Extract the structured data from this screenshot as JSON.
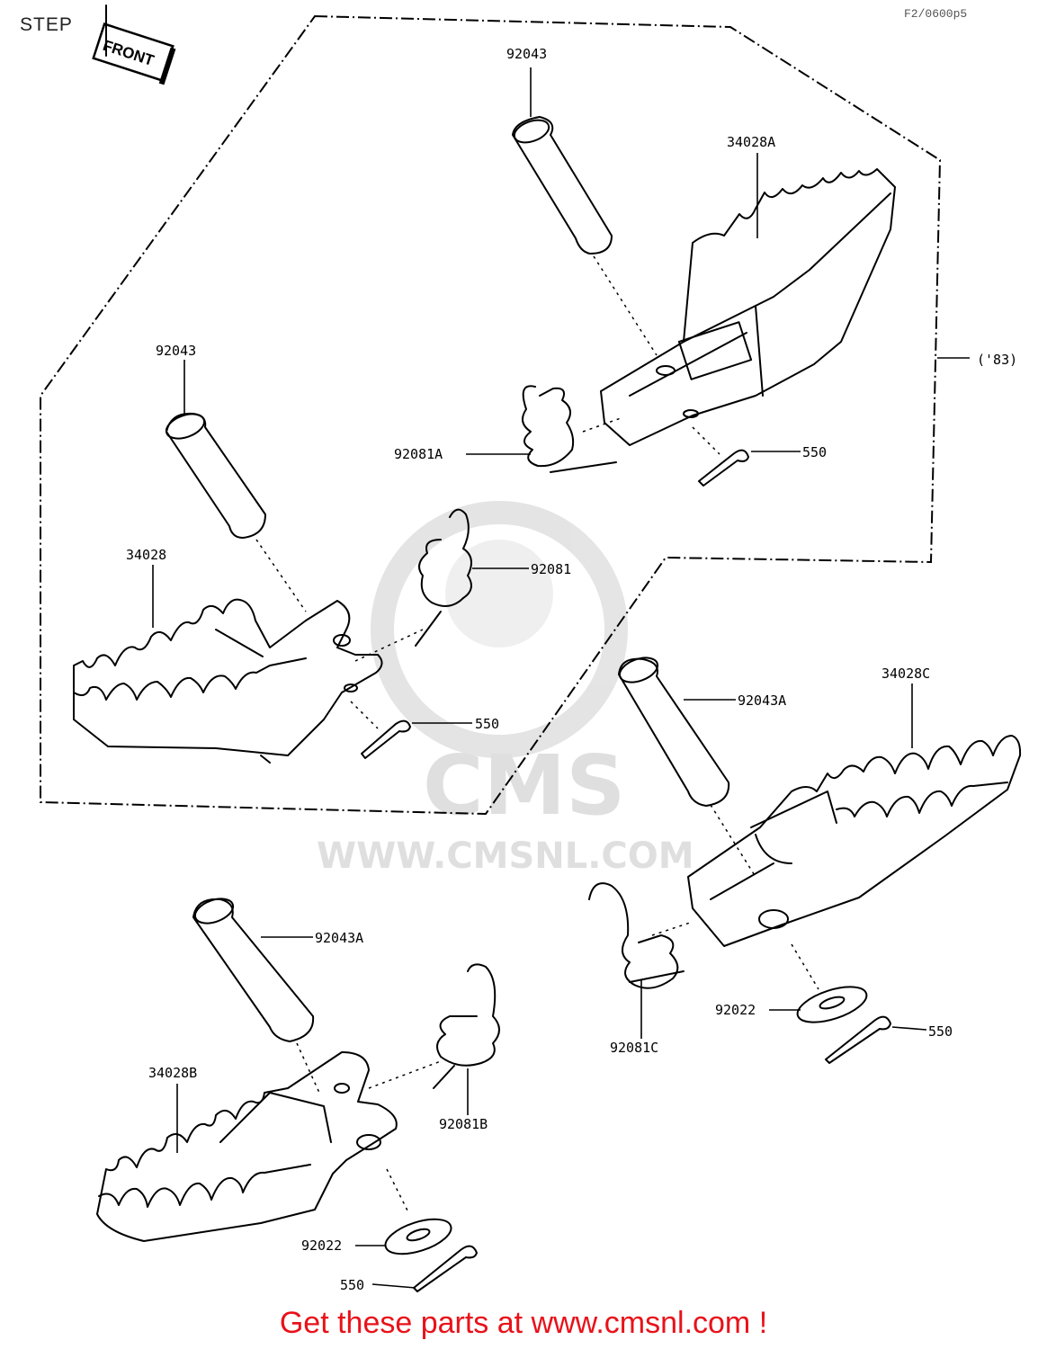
{
  "title": "STEP",
  "diagram_code": "F2/0600p5",
  "front_marker": "FRONT",
  "watermark": {
    "brand": "CMS",
    "url": "WWW.CMSNL.COM"
  },
  "callouts": {
    "p1": "92043",
    "p2": "34028A",
    "p3": "('83)",
    "p4": "92043",
    "p5": "92081A",
    "p6": "550",
    "p7": "34028",
    "p8": "92081",
    "p9": "550",
    "p10": "34028C",
    "p11": "92043A",
    "p12": "92043A",
    "p13": "92022",
    "p14": "550",
    "p15": "92081C",
    "p16": "34028B",
    "p17": "92081B",
    "p18": "92022",
    "p19": "550"
  },
  "promo_text": "Get these parts at www.cmsnl.com !"
}
